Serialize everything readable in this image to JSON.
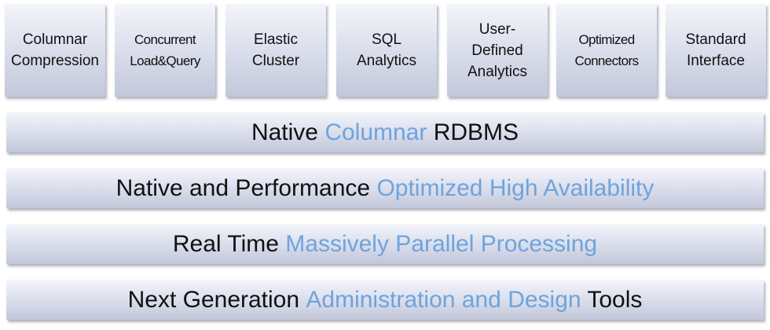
{
  "colors": {
    "accent_text": "#6fa3dc",
    "dark_text": "#111111",
    "box_gradient_top": "#f4f5fa",
    "box_gradient_bottom": "#c2c7da"
  },
  "features": [
    {
      "label": "Columnar\nCompression"
    },
    {
      "label": "Concurrent\nLoad&Query"
    },
    {
      "label": "Elastic\nCluster"
    },
    {
      "label": "SQL\nAnalytics"
    },
    {
      "label": "User-\nDefined\nAnalytics"
    },
    {
      "label": "Optimized\nConnectors"
    },
    {
      "label": "Standard\nInterface"
    }
  ],
  "layers": [
    {
      "before": "Native ",
      "accent": "Columnar",
      "after": " RDBMS"
    },
    {
      "before": "Native and Performance ",
      "accent": "Optimized High Availability",
      "after": ""
    },
    {
      "before": "Real Time ",
      "accent": "Massively Parallel Processing",
      "after": ""
    },
    {
      "before": "Next Generation ",
      "accent": "Administration and Design",
      "after": " Tools"
    }
  ]
}
